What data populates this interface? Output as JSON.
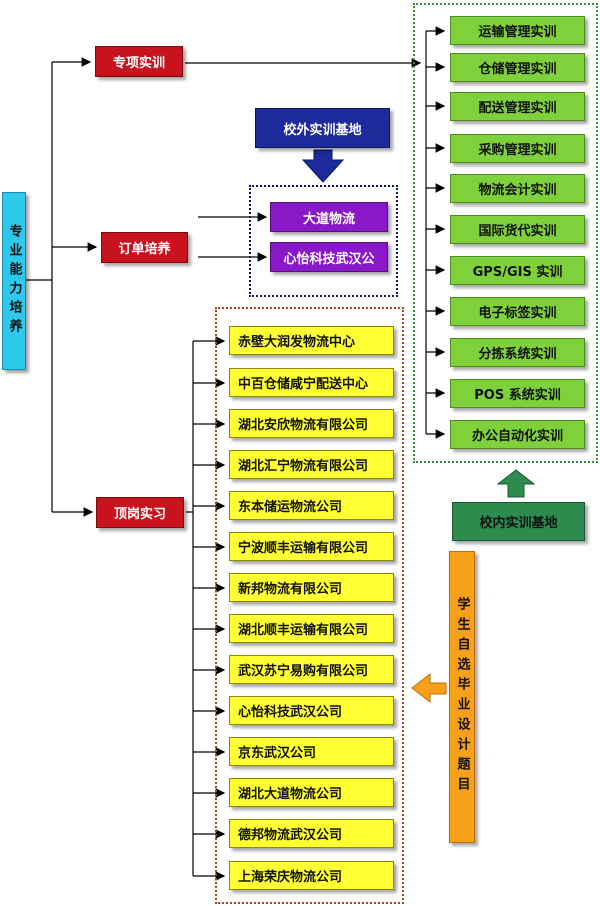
{
  "root": {
    "label": "专业能力培养"
  },
  "branches": {
    "special": "专项实训",
    "order": "订单培养",
    "post": "顶岗实习"
  },
  "external_base": {
    "label": "校外实训基地"
  },
  "order_companies": [
    "大道物流",
    "心怡科技武汉公"
  ],
  "internal_base": {
    "label": "校内实训基地"
  },
  "internal_trainings": [
    "运输管理实训",
    "仓储管理实训",
    "配送管理实训",
    "采购管理实训",
    "物流会计实训",
    "国际货代实训",
    "GPS/GIS 实训",
    "电子标签实训",
    "分拣系统实训",
    "POS 系统实训",
    "办公自动化实训"
  ],
  "internship_companies": [
    "赤壁大润发物流中心",
    "中百仓储咸宁配送中心",
    "湖北安欣物流有限公司",
    "湖北汇宁物流有限公司",
    "东本储运物流公司",
    "宁波顺丰运输有限公司",
    "新邦物流有限公司",
    "湖北顺丰运输有限公司",
    "武汉苏宁易购有限公司",
    "心怡科技武汉公司",
    "京东武汉公司",
    "湖北大道物流公司",
    "德邦物流武汉公司",
    "上海荣庆物流公司"
  ],
  "thesis": {
    "label": "学生自选毕业设计题目"
  },
  "colors": {
    "red": "#c8121e",
    "green": "#7fd13b",
    "dark_green": "#2e8b4e",
    "yellow": "#ffff33",
    "purple": "#8b18c8",
    "navy": "#1c2a9a",
    "cyan": "#2ec8ec",
    "orange": "#f7a11a"
  }
}
